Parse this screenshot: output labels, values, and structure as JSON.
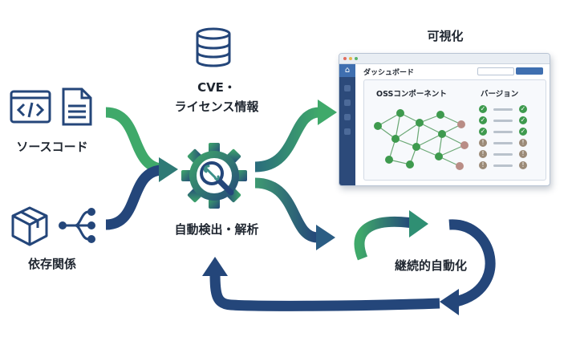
{
  "labels": {
    "cve_line1": "CVE・",
    "cve_line2": "ライセンス情報",
    "source_code": "ソースコード",
    "dependencies": "依存関係",
    "auto_detect": "自動検出・解析",
    "visualize": "可視化",
    "continuous": "継続的自動化"
  },
  "dashboard": {
    "title": "ダッシュボード",
    "col_components": "OSSコンポーネント",
    "col_version": "バージョン",
    "version_rows": [
      {
        "status": "ok"
      },
      {
        "status": "ok"
      },
      {
        "status": "ok"
      },
      {
        "status": "warn"
      },
      {
        "status": "warn"
      },
      {
        "status": "warn"
      }
    ]
  },
  "colors": {
    "green": "#3fa96a",
    "navy": "#24467a",
    "ink": "#1f2630",
    "ok": "#3e9a4e",
    "warn": "#9b8a77"
  },
  "icons": [
    "database-icon",
    "code-window-icon",
    "document-icon",
    "package-box-icon",
    "dependency-tree-icon",
    "gear-magnifier-icon",
    "home-icon"
  ]
}
